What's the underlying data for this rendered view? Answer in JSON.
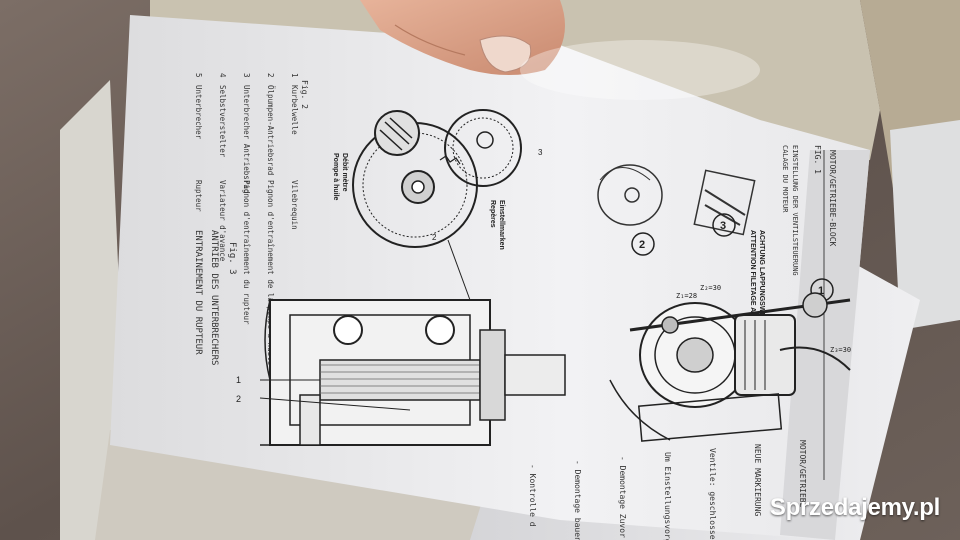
{
  "page": {
    "header_running_title": "MOTOR/GETRIEBE-BLOCK",
    "fig1": {
      "label": "FIG. 1",
      "title_de": "EINSTELLUNG DER VENTILSTEUERUNG",
      "title_fr": "CALAGE DU MOTEUR",
      "callout_de": "ACHTUNG LAPPUNGSWINKEL",
      "callout_fr": "ATTENTION FILETAGE A GAUCHE",
      "marker_1": "1",
      "marker_2": "2",
      "marker_3": "3",
      "z_label_1": "Z₁=28",
      "z_label_2": "Z₂=30",
      "z_label_3": "Z₃=30"
    },
    "fig2": {
      "label": "Fig. 2",
      "marks_de": "Einstellmarken",
      "marks_fr": "Repères",
      "pump_fr_1": "Débit mètre",
      "pump_fr_2": "Pompe à huile",
      "num_2": "2",
      "num_3": "3",
      "legend": [
        {
          "num": "1",
          "de": "Kurbelwelle",
          "fr": "Vilebrequin"
        },
        {
          "num": "2",
          "de": "Ölpumpen-Antriebsrad",
          "fr": "Pignon d'entraînement de la pompe à huile"
        },
        {
          "num": "3",
          "de": "Unterbrecher Antriebsrad",
          "fr": "Pignon d'entraînement du rupteur"
        },
        {
          "num": "4",
          "de": "Selbstverstelter",
          "fr": "Variateur d'avance"
        },
        {
          "num": "5",
          "de": "Unterbrecher",
          "fr": "Rupteur"
        }
      ]
    },
    "fig3": {
      "label": "Fig. 3",
      "title_de": "ANTRIEB DES UNTERBRECHERS",
      "title_fr": "ENTRAINEMENT DU RUPTEUR",
      "num_1": "1",
      "num_2": "2"
    },
    "right_page_lines": [
      "MOTOR/GETRIEBE",
      "NEUE MARKIERUNG",
      "Ventile: geschlossen",
      "Um Einstellungsvorgang",
      "- Demontage Zuvor",
      "- Demontage bauen",
      "- Kontrolle d"
    ],
    "watermark": "Sprzedajemy.pl"
  }
}
